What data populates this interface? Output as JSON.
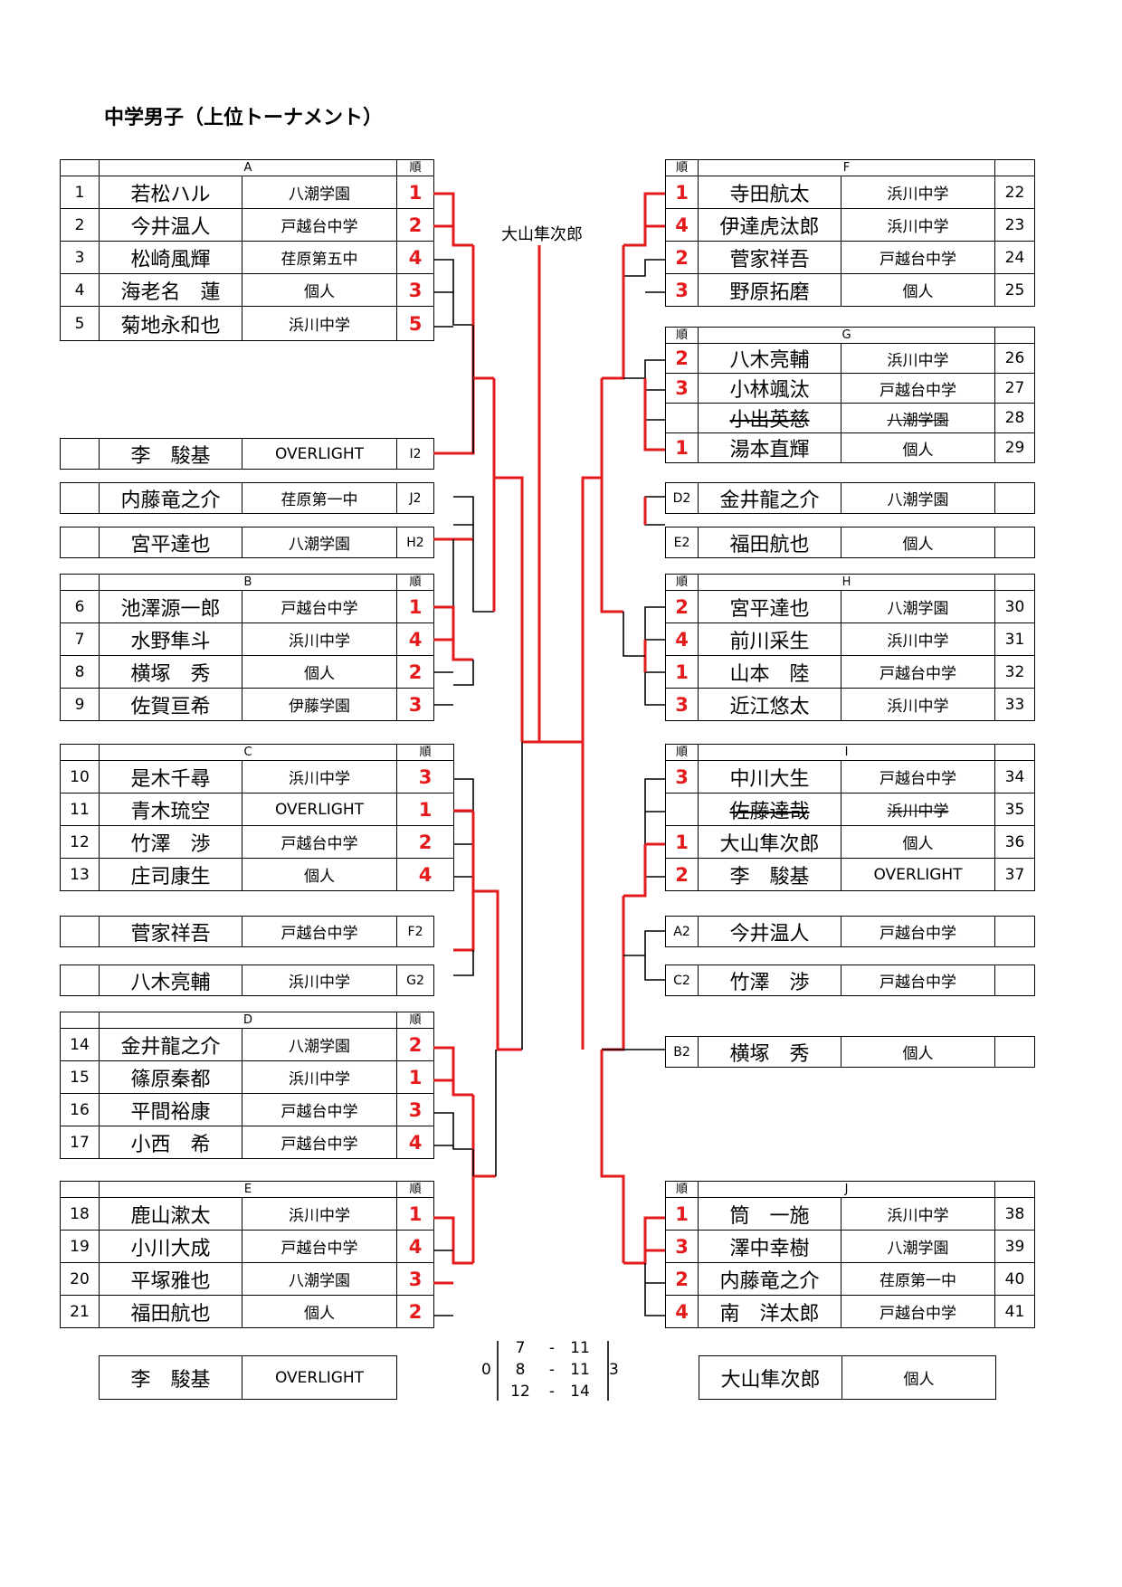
{
  "title": "中学男子（上位トーナメント）",
  "champion": "大山隼次郎",
  "colors": {
    "win_line": "#e41a1c",
    "line": "#000000",
    "rank_red": "#e41a1c"
  },
  "groups": {
    "A": {
      "label": "A",
      "rank_header": "順",
      "rows": [
        {
          "no": "1",
          "name": "若松ハル",
          "team": "八潮学園",
          "rank": "1"
        },
        {
          "no": "2",
          "name": "今井温人",
          "team": "戸越台中学",
          "rank": "2"
        },
        {
          "no": "3",
          "name": "松崎風輝",
          "team": "荏原第五中",
          "rank": "4"
        },
        {
          "no": "4",
          "name": "海老名　蓮",
          "team": "個人",
          "rank": "3"
        },
        {
          "no": "5",
          "name": "菊地永和也",
          "team": "浜川中学",
          "rank": "5"
        }
      ]
    },
    "B": {
      "label": "B",
      "rank_header": "順",
      "rows": [
        {
          "no": "6",
          "name": "池澤源一郎",
          "team": "戸越台中学",
          "rank": "1"
        },
        {
          "no": "7",
          "name": "水野隼斗",
          "team": "浜川中学",
          "rank": "4"
        },
        {
          "no": "8",
          "name": "横塚　秀",
          "team": "個人",
          "rank": "2"
        },
        {
          "no": "9",
          "name": "佐賀亘希",
          "team": "伊藤学園",
          "rank": "3"
        }
      ]
    },
    "C": {
      "label": "C",
      "rank_header": "順",
      "rows": [
        {
          "no": "10",
          "name": "是木千尋",
          "team": "浜川中学",
          "rank": "3"
        },
        {
          "no": "11",
          "name": "青木琉空",
          "team": "OVERLIGHT",
          "rank": "1"
        },
        {
          "no": "12",
          "name": "竹澤　渉",
          "team": "戸越台中学",
          "rank": "2"
        },
        {
          "no": "13",
          "name": "庄司康生",
          "team": "個人",
          "rank": "4"
        }
      ]
    },
    "D": {
      "label": "D",
      "rank_header": "順",
      "rows": [
        {
          "no": "14",
          "name": "金井龍之介",
          "team": "八潮学園",
          "rank": "2"
        },
        {
          "no": "15",
          "name": "篠原秦都",
          "team": "浜川中学",
          "rank": "1"
        },
        {
          "no": "16",
          "name": "平間裕康",
          "team": "戸越台中学",
          "rank": "3"
        },
        {
          "no": "17",
          "name": "小西　希",
          "team": "戸越台中学",
          "rank": "4"
        }
      ]
    },
    "E": {
      "label": "E",
      "rank_header": "順",
      "rows": [
        {
          "no": "18",
          "name": "鹿山漱太",
          "team": "浜川中学",
          "rank": "1"
        },
        {
          "no": "19",
          "name": "小川大成",
          "team": "戸越台中学",
          "rank": "4"
        },
        {
          "no": "20",
          "name": "平塚雅也",
          "team": "八潮学園",
          "rank": "3"
        },
        {
          "no": "21",
          "name": "福田航也",
          "team": "個人",
          "rank": "2"
        }
      ]
    },
    "F": {
      "label": "F",
      "rank_header": "順",
      "rows": [
        {
          "rank": "1",
          "name": "寺田航太",
          "team": "浜川中学",
          "no": "22"
        },
        {
          "rank": "4",
          "name": "伊達虎汰郎",
          "team": "浜川中学",
          "no": "23"
        },
        {
          "rank": "2",
          "name": "菅家祥吾",
          "team": "戸越台中学",
          "no": "24"
        },
        {
          "rank": "3",
          "name": "野原拓磨",
          "team": "個人",
          "no": "25"
        }
      ]
    },
    "G": {
      "label": "G",
      "rank_header": "順",
      "rows": [
        {
          "rank": "2",
          "name": "八木亮輔",
          "team": "浜川中学",
          "no": "26"
        },
        {
          "rank": "3",
          "name": "小林颯汰",
          "team": "戸越台中学",
          "no": "27"
        },
        {
          "rank": "",
          "name": "小出英慈",
          "team": "八潮学園",
          "no": "28"
        },
        {
          "rank": "1",
          "name": "湯本直輝",
          "team": "個人",
          "no": "29"
        }
      ]
    },
    "H": {
      "label": "H",
      "rank_header": "順",
      "rows": [
        {
          "rank": "2",
          "name": "宮平達也",
          "team": "八潮学園",
          "no": "30"
        },
        {
          "rank": "4",
          "name": "前川采生",
          "team": "浜川中学",
          "no": "31"
        },
        {
          "rank": "1",
          "name": "山本　陸",
          "team": "戸越台中学",
          "no": "32"
        },
        {
          "rank": "3",
          "name": "近江悠太",
          "team": "浜川中学",
          "no": "33"
        }
      ]
    },
    "I": {
      "label": "I",
      "rank_header": "順",
      "rows": [
        {
          "rank": "3",
          "name": "中川大生",
          "team": "戸越台中学",
          "no": "34"
        },
        {
          "rank": "",
          "name": "佐藤達哉",
          "team": "浜川中学",
          "no": "35"
        },
        {
          "rank": "1",
          "name": "大山隼次郎",
          "team": "個人",
          "no": "36"
        },
        {
          "rank": "2",
          "name": "李　駿基",
          "team": "OVERLIGHT",
          "no": "37"
        }
      ]
    },
    "J": {
      "label": "J",
      "rank_header": "順",
      "rows": [
        {
          "rank": "1",
          "name": "筒　一施",
          "team": "浜川中学",
          "no": "38"
        },
        {
          "rank": "3",
          "name": "澤中幸樹",
          "team": "八潮学園",
          "no": "39"
        },
        {
          "rank": "2",
          "name": "内藤竜之介",
          "team": "荏原第一中",
          "no": "40"
        },
        {
          "rank": "4",
          "name": "南　洋太郎",
          "team": "戸越台中学",
          "no": "41"
        }
      ]
    }
  },
  "seeds": {
    "L_I2": {
      "name": "李　駿基",
      "team": "OVERLIGHT",
      "seed": "I2"
    },
    "L_J2": {
      "name": "内藤竜之介",
      "team": "荏原第一中",
      "seed": "J2"
    },
    "L_H2": {
      "name": "宮平達也",
      "team": "八潮学園",
      "seed": "H2"
    },
    "L_F2": {
      "name": "菅家祥吾",
      "team": "戸越台中学",
      "seed": "F2"
    },
    "L_G2": {
      "name": "八木亮輔",
      "team": "浜川中学",
      "seed": "G2"
    },
    "R_D2": {
      "name": "金井龍之介",
      "team": "八潮学園",
      "seed": "D2"
    },
    "R_E2": {
      "name": "福田航也",
      "team": "個人",
      "seed": "E2"
    },
    "R_A2": {
      "name": "今井温人",
      "team": "戸越台中学",
      "seed": "A2"
    },
    "R_C2": {
      "name": "竹澤　渉",
      "team": "戸越台中学",
      "seed": "C2"
    },
    "R_B2": {
      "name": "横塚　秀",
      "team": "個人",
      "seed": "B2"
    }
  },
  "final": {
    "left": {
      "name": "李　駿基",
      "team": "OVERLIGHT",
      "sets": "0"
    },
    "right": {
      "name": "大山隼次郎",
      "team": "個人",
      "sets": "3"
    },
    "games": [
      {
        "left": "7",
        "sep": "-",
        "right": "11"
      },
      {
        "left": "8",
        "sep": "-",
        "right": "11"
      },
      {
        "left": "12",
        "sep": "-",
        "right": "14"
      }
    ]
  }
}
